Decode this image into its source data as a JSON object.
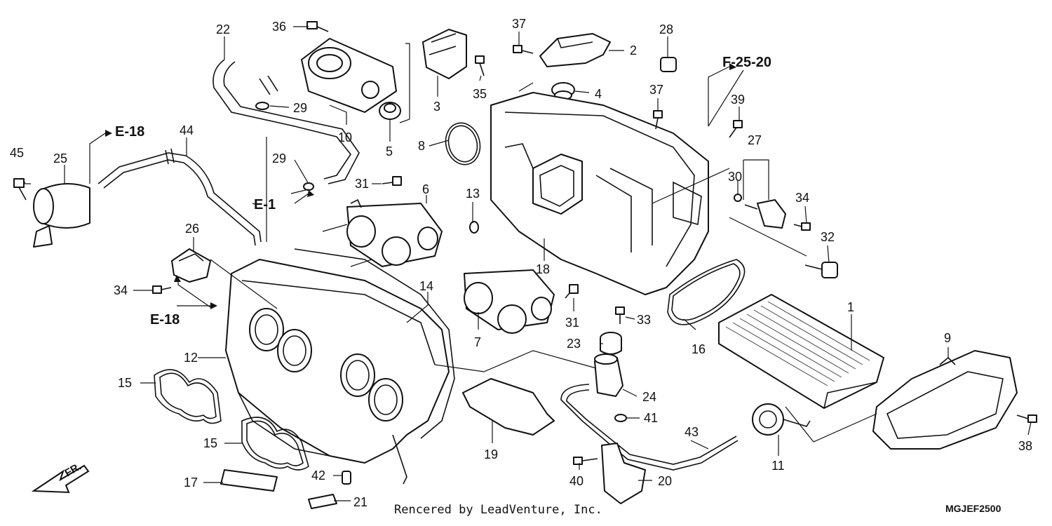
{
  "callouts": {
    "c1": "1",
    "c2": "2",
    "c3": "3",
    "c4": "4",
    "c5": "5",
    "c6": "6",
    "c7": "7",
    "c8": "8",
    "c9": "9",
    "c10": "10",
    "c11": "11",
    "c12": "12",
    "c13": "13",
    "c14": "14",
    "c15a": "15",
    "c15b": "15",
    "c16": "16",
    "c17": "17",
    "c18": "18",
    "c19": "19",
    "c20": "20",
    "c21": "21",
    "c22": "22",
    "c23": "23",
    "c24": "24",
    "c25": "25",
    "c26": "26",
    "c27": "27",
    "c28": "28",
    "c29a": "29",
    "c29b": "29",
    "c30": "30",
    "c31a": "31",
    "c31b": "31",
    "c32": "32",
    "c33": "33",
    "c34a": "34",
    "c34b": "34",
    "c35": "35",
    "c36": "36",
    "c37a": "37",
    "c37b": "37",
    "c38": "38",
    "c39": "39",
    "c40": "40",
    "c41": "41",
    "c42": "42",
    "c43": "43",
    "c44": "44",
    "c45": "45"
  },
  "references": {
    "e18_top": "E-18",
    "e1": "E-1",
    "e18_bottom": "E-18",
    "f2520": "F-25-20"
  },
  "direction_label": "FR.",
  "credit": "Rencered by LeadVenture, Inc.",
  "diagram_code": "MGJEF2500"
}
